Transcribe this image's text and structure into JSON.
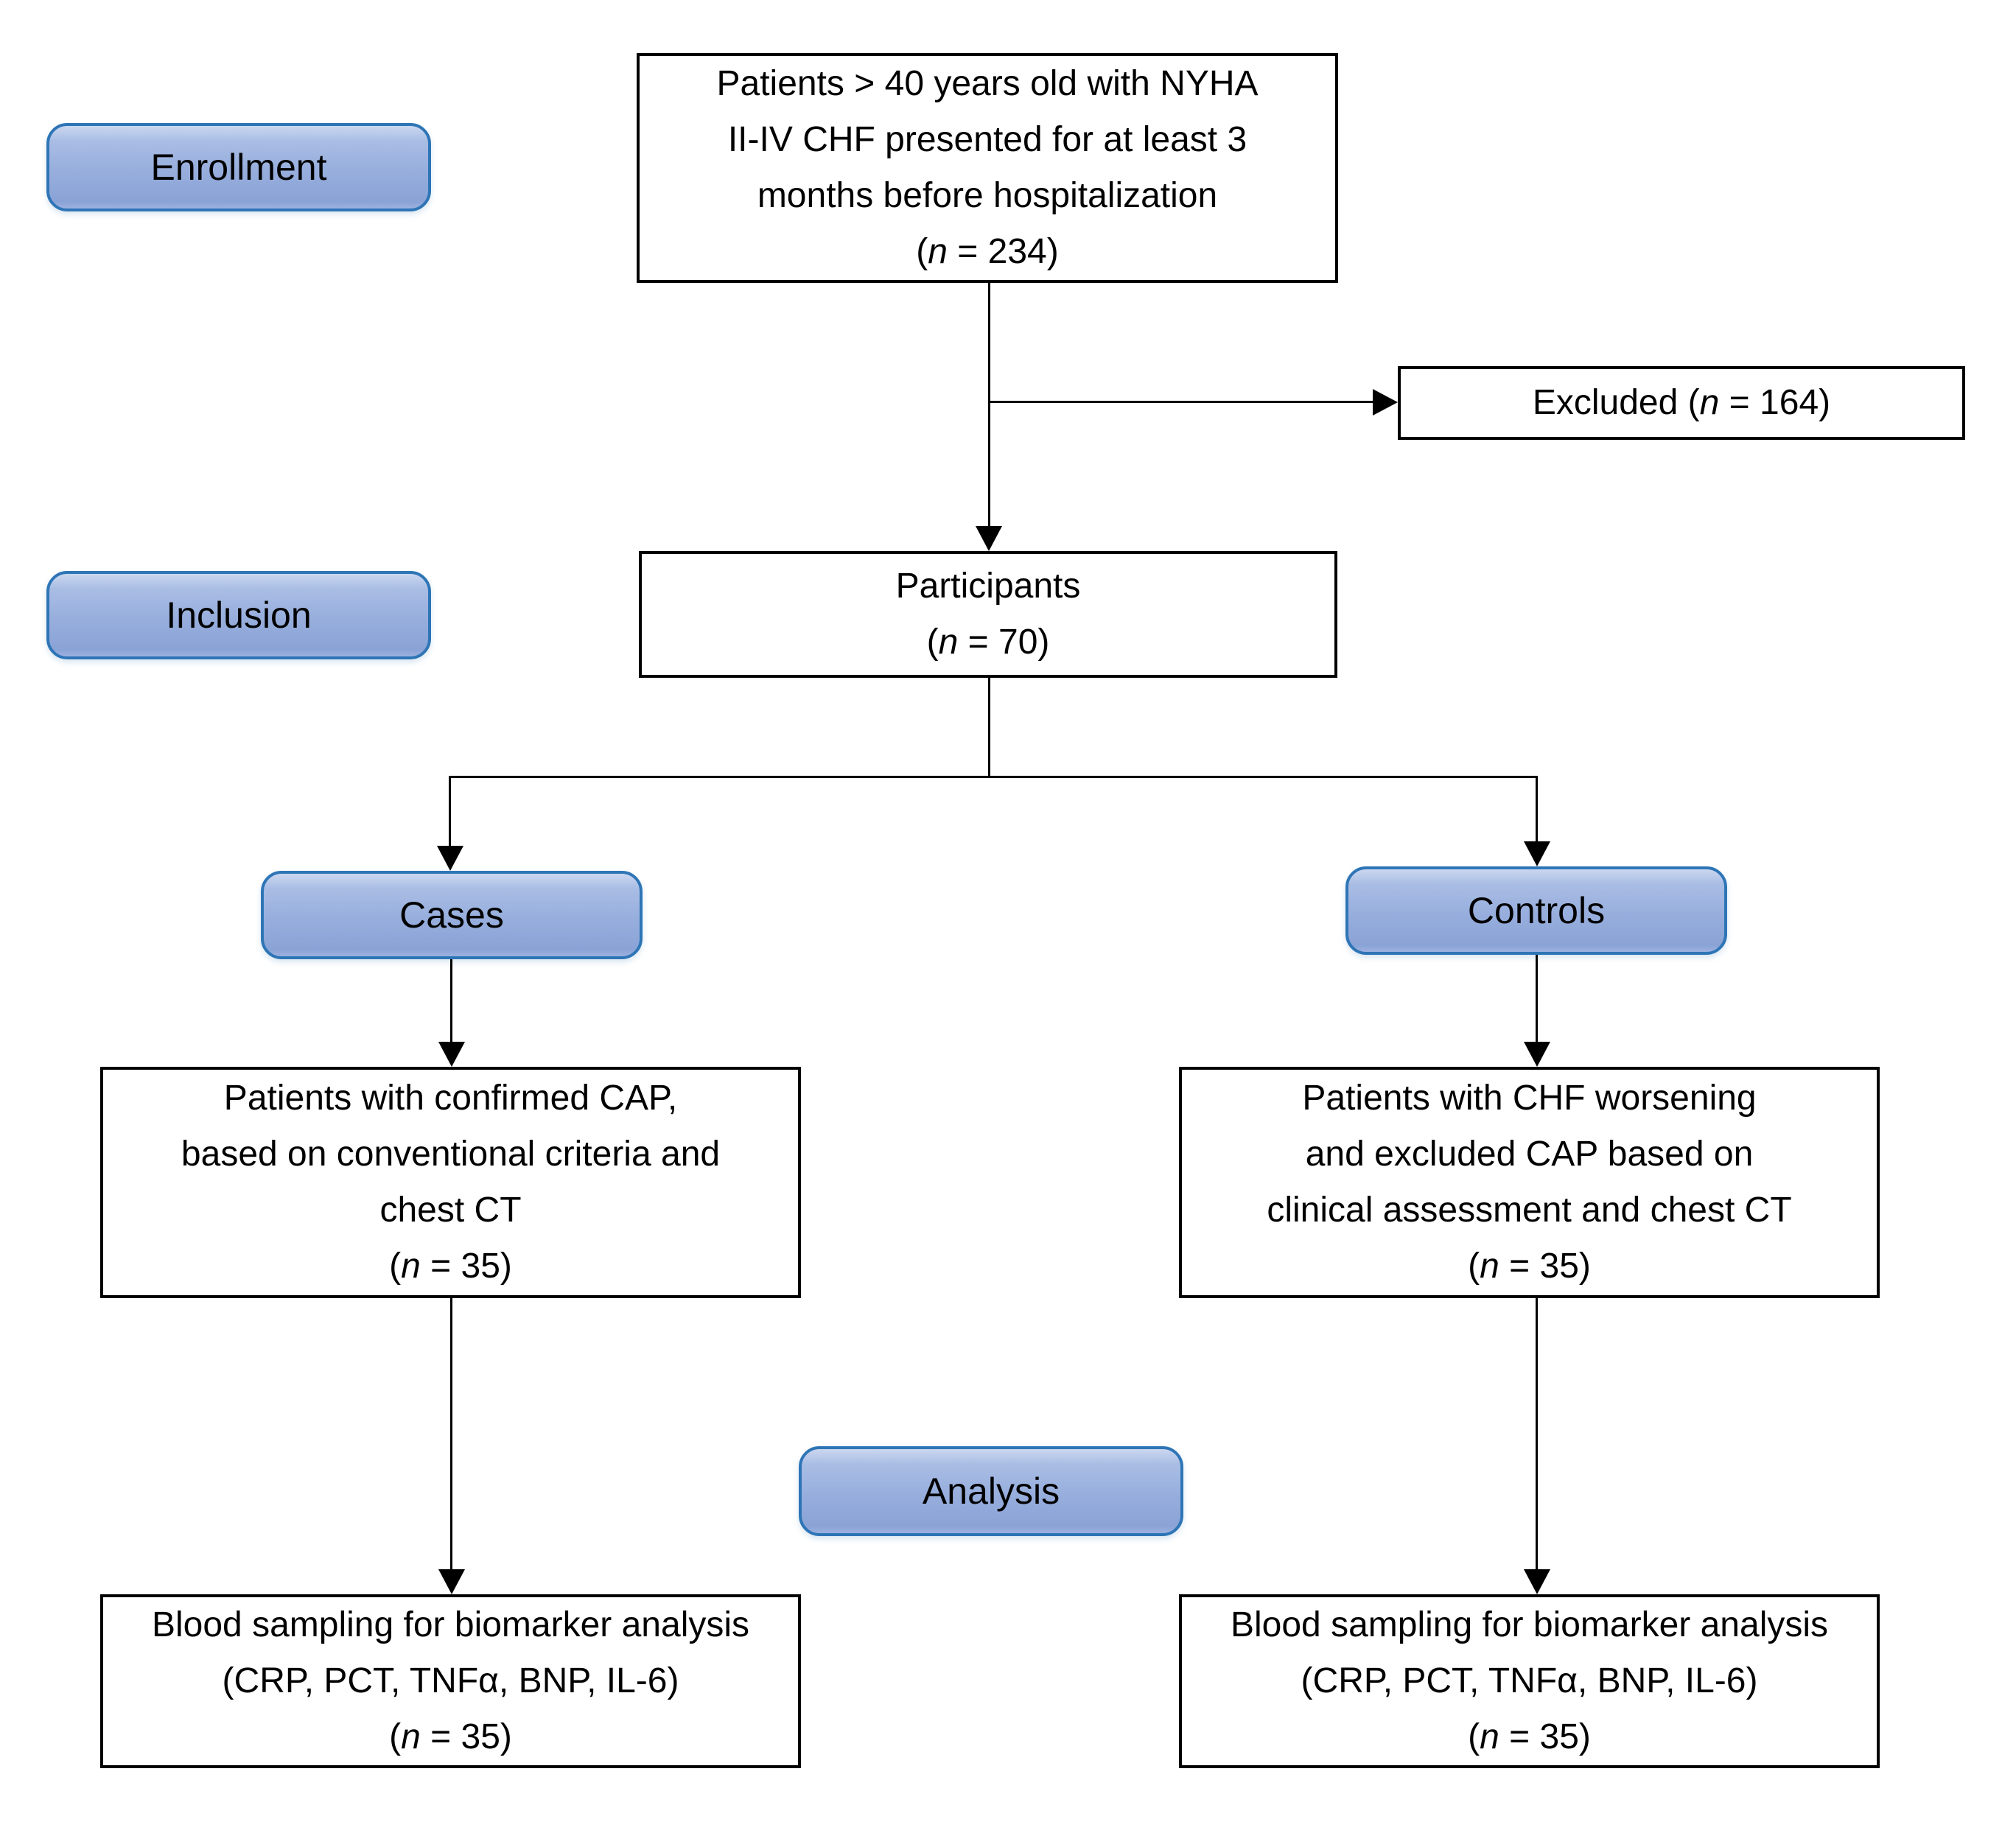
{
  "palette": {
    "stage_border": "#2e75b6",
    "stage_fill_top": "#cbd7f0",
    "stage_fill_bottom": "#8aa3d6",
    "box_border": "#000000",
    "background": "#ffffff"
  },
  "stages": {
    "enrollment": "Enrollment",
    "inclusion": "Inclusion",
    "cases": "Cases",
    "controls": "Controls",
    "analysis": "Analysis"
  },
  "boxes": {
    "screening": {
      "lines": [
        "Patients > 40 years old with NYHA",
        "II-IV CHF presented for at least 3",
        "months before hospitalization"
      ],
      "count": {
        "pre": "(",
        "it": "n",
        "post": " = 234)"
      }
    },
    "excluded": {
      "count": {
        "pre": "Excluded (",
        "it": "n",
        "post": " = 164)"
      }
    },
    "participants": {
      "lines": [
        "Participants"
      ],
      "count": {
        "pre": "(",
        "it": "n",
        "post": " = 70)"
      }
    },
    "cases_desc": {
      "lines": [
        "Patients with confirmed CAP,",
        "based on conventional criteria and",
        "chest CT"
      ],
      "count": {
        "pre": "(",
        "it": "n",
        "post": " = 35)"
      }
    },
    "controls_desc": {
      "lines": [
        "Patients with CHF worsening",
        "and excluded CAP based on",
        "clinical assessment and chest CT"
      ],
      "count": {
        "pre": "(",
        "it": "n",
        "post": " = 35)"
      }
    },
    "cases_blood": {
      "lines": [
        "Blood sampling for biomarker analysis",
        "(CRP, PCT, TNFα, BNP, IL-6)"
      ],
      "count": {
        "pre": "(",
        "it": "n",
        "post": " = 35)"
      }
    },
    "controls_blood": {
      "lines": [
        "Blood sampling for biomarker analysis",
        "(CRP, PCT, TNFα, BNP, IL-6)"
      ],
      "count": {
        "pre": "(",
        "it": "n",
        "post": " = 35)"
      }
    }
  }
}
